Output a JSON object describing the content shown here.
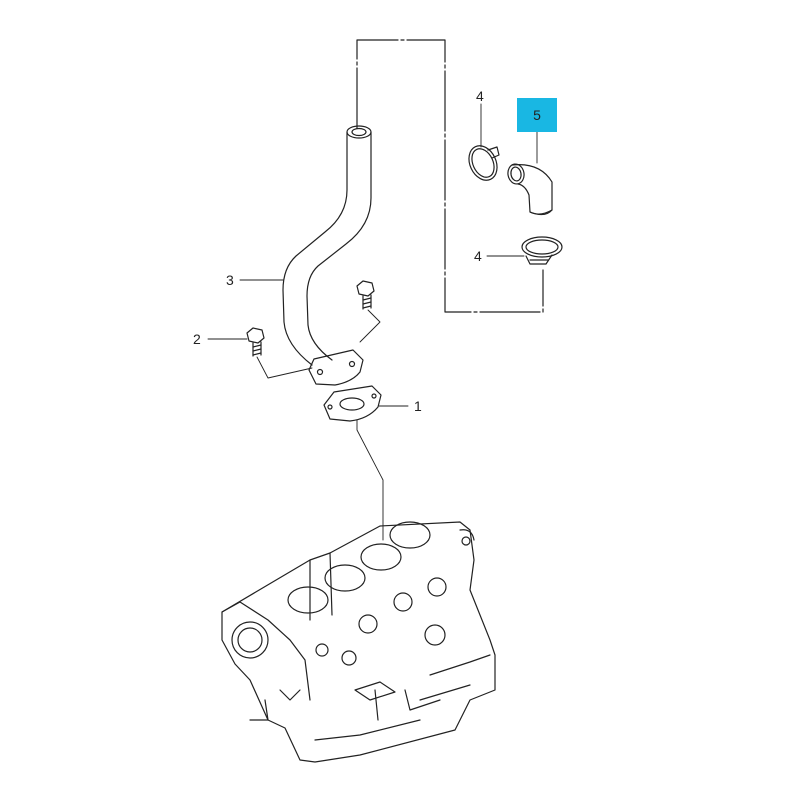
{
  "diagram": {
    "callouts": [
      {
        "id": "1",
        "label": "1"
      },
      {
        "id": "2",
        "label": "2"
      },
      {
        "id": "3",
        "label": "3"
      },
      {
        "id": "4a",
        "label": "4"
      },
      {
        "id": "4b",
        "label": "4"
      },
      {
        "id": "5",
        "label": "5",
        "highlighted": true
      }
    ],
    "parts": [
      {
        "callout": "1",
        "name": "gasket"
      },
      {
        "callout": "2",
        "name": "bolt"
      },
      {
        "callout": "3",
        "name": "water-pipe"
      },
      {
        "callout": "4",
        "name": "hose-clamp"
      },
      {
        "callout": "5",
        "name": "hose"
      }
    ],
    "colors": {
      "line": "#222222",
      "highlight": "#19b7e3",
      "background": "#ffffff"
    }
  }
}
